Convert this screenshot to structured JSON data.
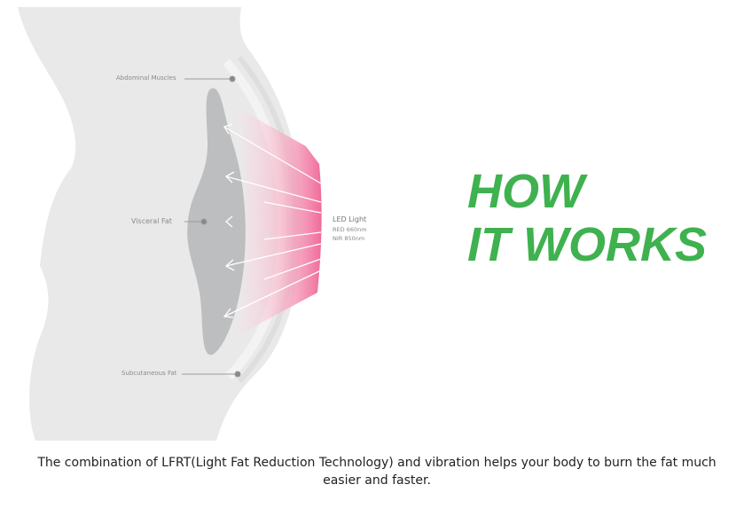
{
  "illustration": {
    "labels": {
      "abdominal_muscles": "Abdominal Muscles",
      "visceral_fat": "Visceral Fat",
      "subcutaneous_fat": "Subcutaneous Fat",
      "led_title": "LED Light",
      "led_red": "RED 660nm",
      "led_nir": "NIR 850nm"
    }
  },
  "headline": {
    "line1": "HOW",
    "line2": "IT WORKS"
  },
  "caption": "The combination of LFRT(Light Fat Reduction Technology) and vibration helps your body to burn the fat much easier and faster.",
  "colors": {
    "accent": "#3fb14f",
    "led": "#f06b9a"
  }
}
